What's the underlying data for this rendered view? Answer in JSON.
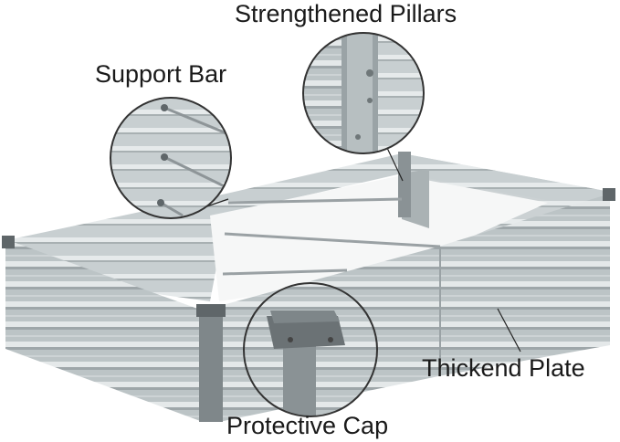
{
  "callouts": {
    "strengthened_pillars": "Strengthened Pillars",
    "support_bar": "Support Bar",
    "thickend_plate": "Thickend Plate",
    "protective_cap": "Protective Cap"
  },
  "colors": {
    "metal": "#b9c1c3",
    "metal_light": "#dfe4e5",
    "metal_dark": "#8f989b",
    "cap": "#6d7477",
    "bar": "#9aa1a4"
  }
}
